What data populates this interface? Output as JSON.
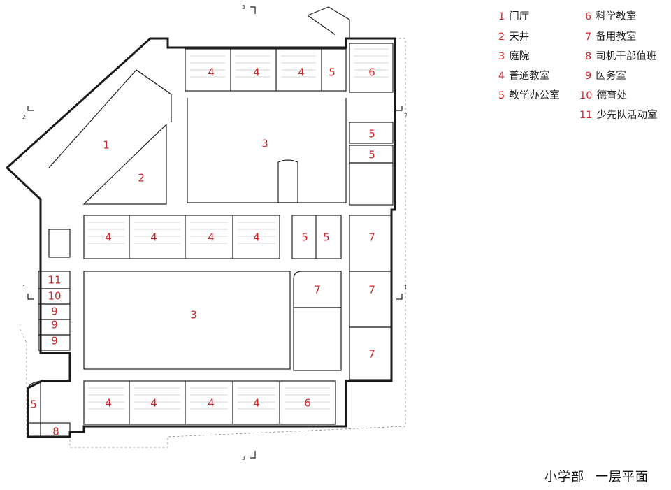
{
  "legend": [
    {
      "num": "1",
      "label": "门厅"
    },
    {
      "num": "2",
      "label": "天井"
    },
    {
      "num": "3",
      "label": "庭院"
    },
    {
      "num": "4",
      "label": "普通教室"
    },
    {
      "num": "5",
      "label": "教学办公室"
    },
    {
      "num": "6",
      "label": "科学教室"
    },
    {
      "num": "7",
      "label": "备用教室"
    },
    {
      "num": "8",
      "label": "司机干部值班"
    },
    {
      "num": "9",
      "label": "医务室"
    },
    {
      "num": "10",
      "label": "德育处"
    },
    {
      "num": "11",
      "label": "少先队活动室"
    }
  ],
  "title": {
    "part1": "小学部",
    "part2": "一层平面"
  },
  "section_marks": {
    "s1": "1",
    "s2": "2",
    "s3": "3"
  },
  "rooms": [
    {
      "id": "r1",
      "num": "1"
    },
    {
      "id": "r2",
      "num": "2"
    },
    {
      "id": "r3a",
      "num": "3"
    },
    {
      "id": "r3b",
      "num": "3"
    },
    {
      "id": "r4a",
      "num": "4"
    },
    {
      "id": "r4b",
      "num": "4"
    },
    {
      "id": "r4c",
      "num": "4"
    },
    {
      "id": "r5a",
      "num": "5"
    },
    {
      "id": "r6a",
      "num": "6"
    },
    {
      "id": "r5b",
      "num": "5"
    },
    {
      "id": "r5c",
      "num": "5"
    },
    {
      "id": "r4d",
      "num": "4"
    },
    {
      "id": "r4e",
      "num": "4"
    },
    {
      "id": "r4f",
      "num": "4"
    },
    {
      "id": "r4g",
      "num": "4"
    },
    {
      "id": "r5d",
      "num": "5"
    },
    {
      "id": "r5e",
      "num": "5"
    },
    {
      "id": "r7a",
      "num": "7"
    },
    {
      "id": "r7b",
      "num": "7"
    },
    {
      "id": "r7c",
      "num": "7"
    },
    {
      "id": "r7d",
      "num": "7"
    },
    {
      "id": "r11",
      "num": "11"
    },
    {
      "id": "r10",
      "num": "10"
    },
    {
      "id": "r9a",
      "num": "9"
    },
    {
      "id": "r9b",
      "num": "9"
    },
    {
      "id": "r9c",
      "num": "9"
    },
    {
      "id": "r5f",
      "num": "5"
    },
    {
      "id": "r8",
      "num": "8"
    },
    {
      "id": "r4h",
      "num": "4"
    },
    {
      "id": "r4i",
      "num": "4"
    },
    {
      "id": "r4j",
      "num": "4"
    },
    {
      "id": "r4k",
      "num": "4"
    },
    {
      "id": "r6b",
      "num": "6"
    }
  ]
}
